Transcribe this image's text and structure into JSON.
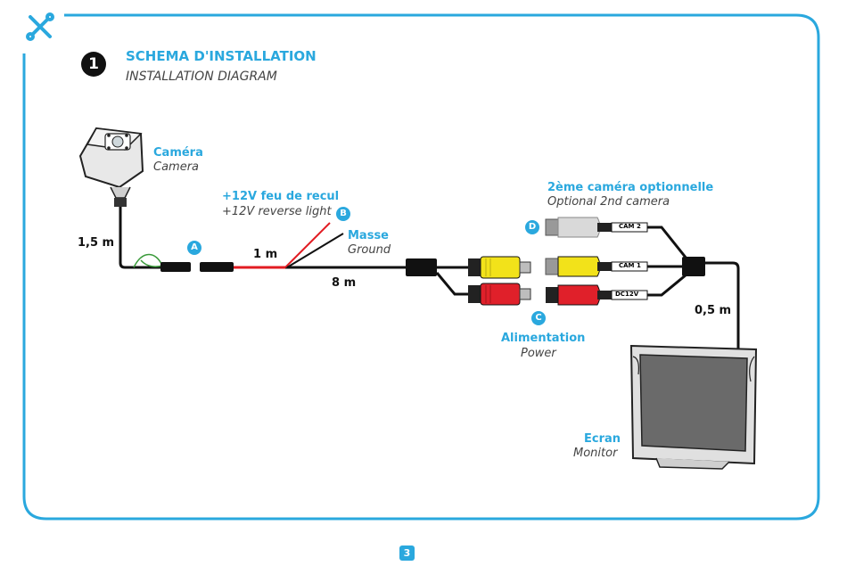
{
  "header": {
    "step_number": "1",
    "title_fr": "SCHEMA D'INSTALLATION",
    "title_en": "INSTALLATION DIAGRAM"
  },
  "components": {
    "camera": {
      "fr": "Caméra",
      "en": "Camera"
    },
    "reverse_light": {
      "fr": "+12V feu de recul",
      "en": "+12V reverse light"
    },
    "ground": {
      "fr": "Masse",
      "en": "Ground"
    },
    "second_camera": {
      "fr": "2ème caméra optionnelle",
      "en": "Optional 2nd camera"
    },
    "power": {
      "fr": "Alimentation",
      "en": "Power"
    },
    "screen": {
      "fr": "Ecran",
      "en": "Monitor"
    }
  },
  "distances": {
    "camera_cable": "1,5 m",
    "power_lead": "1 m",
    "main_cable": "8 m",
    "monitor_cable": "0,5 m"
  },
  "badges": {
    "a": "A",
    "b": "B",
    "c": "C",
    "d": "D"
  },
  "connector_tags": {
    "cam2": "CAM 2",
    "cam1": "CAM 1",
    "dc12v": "DC12V"
  },
  "page_number": "3",
  "colors": {
    "accent": "#2aa8de",
    "wire": "#111111",
    "rca_yellow": "#f2e21a",
    "rca_red": "#e0202a",
    "rca_white": "#d9d9d9",
    "wire_red": "#e21b22",
    "wire_green": "#3a9a3a"
  }
}
